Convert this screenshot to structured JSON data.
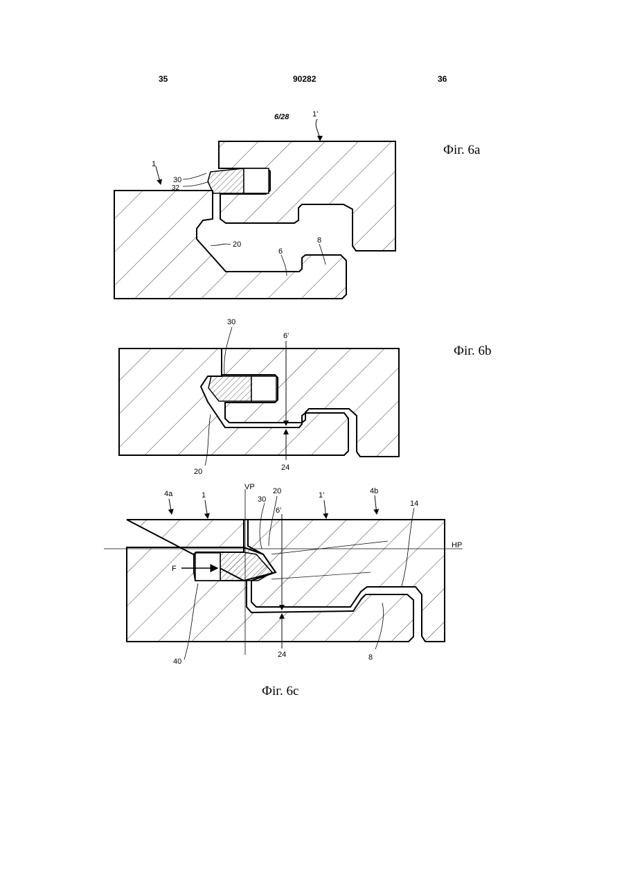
{
  "header": {
    "left_page": "35",
    "patent_number": "90282",
    "right_page": "36"
  },
  "sheet_number": "6/28",
  "figures": {
    "fig6a": {
      "caption": "Фіг. 6a",
      "labels": {
        "l1": "1",
        "l1p": "1'",
        "l30": "30",
        "l32": "32",
        "l20": "20",
        "l6": "6",
        "l8": "8"
      }
    },
    "fig6b": {
      "caption": "Фіг. 6b",
      "labels": {
        "l30": "30",
        "l6p": "6'",
        "l20": "20",
        "l24": "24"
      }
    },
    "fig6c": {
      "caption": "Фіг. 6c",
      "labels": {
        "l4a": "4a",
        "l1": "1",
        "lvp": "VP",
        "l30": "30",
        "l20": "20",
        "l6p": "6'",
        "l1p": "1'",
        "l4b": "4b",
        "l14": "14",
        "lhp": "HP",
        "lf": "F",
        "l40": "40",
        "l24": "24",
        "l8": "8"
      }
    }
  }
}
